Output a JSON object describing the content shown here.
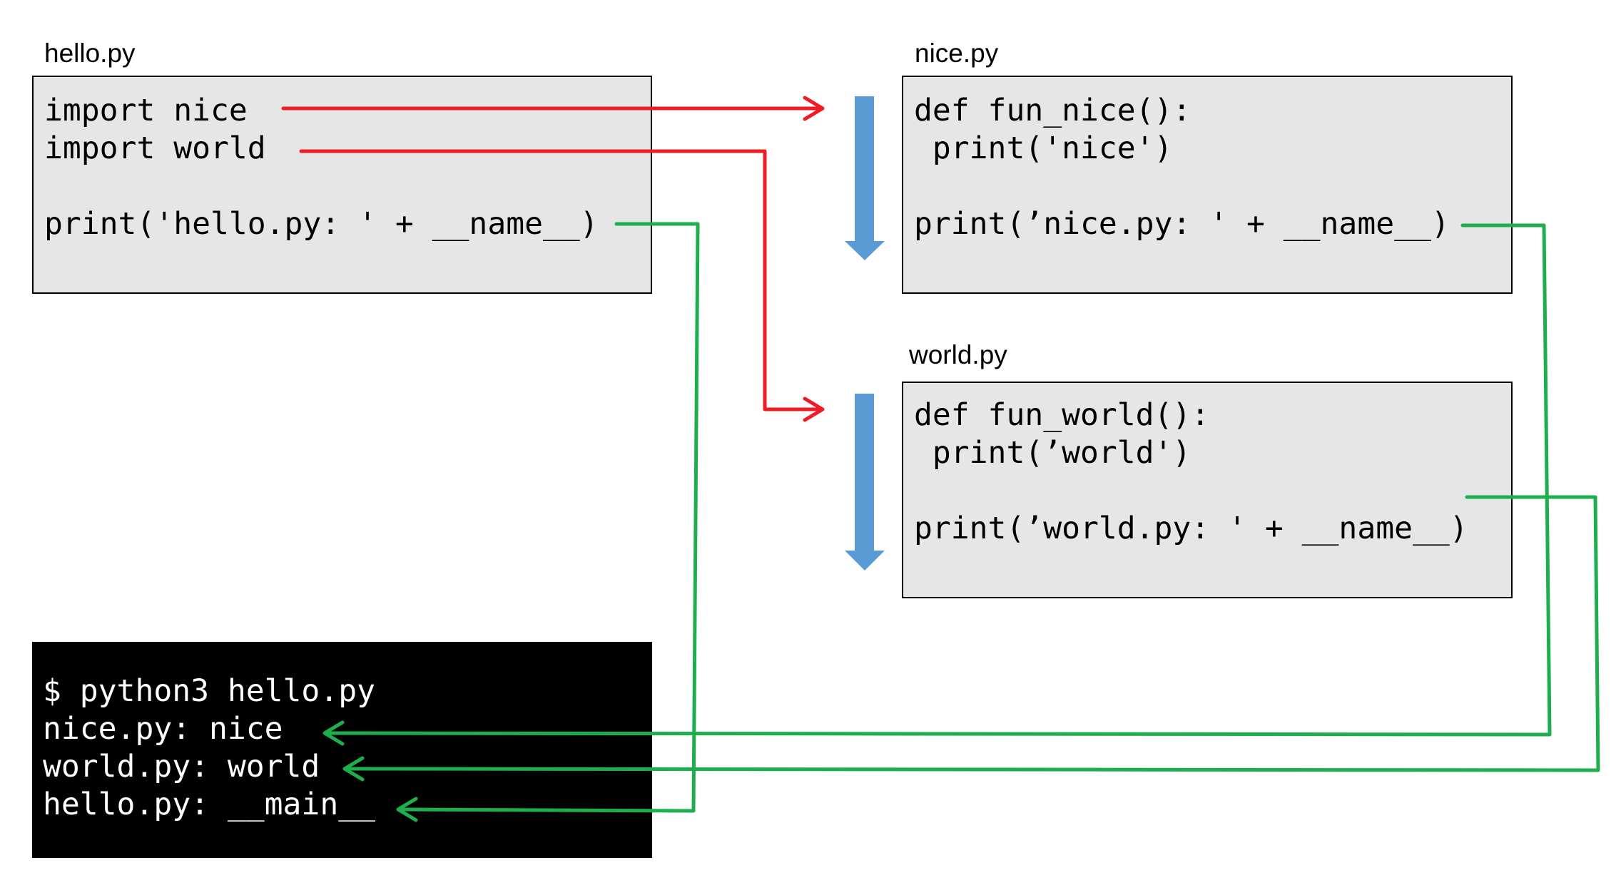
{
  "colors": {
    "code_box_bg": "#e6e6e6",
    "terminal_bg": "#000000",
    "terminal_text": "#ffffff",
    "import_arrow": "#ee1c25",
    "output_arrow": "#1fae4e",
    "execution_arrow": "#5b9bd5"
  },
  "hello": {
    "title": "hello.py",
    "lines": [
      "import nice",
      "import world",
      "print('hello.py: ' + __name__)"
    ]
  },
  "nice": {
    "title": "nice.py",
    "lines": [
      "def fun_nice():",
      " print('nice')",
      "print(’nice.py: ' + __name__)"
    ]
  },
  "world": {
    "title": "world.py",
    "lines": [
      "def fun_world():",
      " print(’world')",
      "print(’world.py: ' + __name__)"
    ]
  },
  "terminal": {
    "lines": [
      "$ python3 hello.py",
      "nice.py: nice",
      "world.py: world",
      "hello.py: __main__"
    ]
  }
}
